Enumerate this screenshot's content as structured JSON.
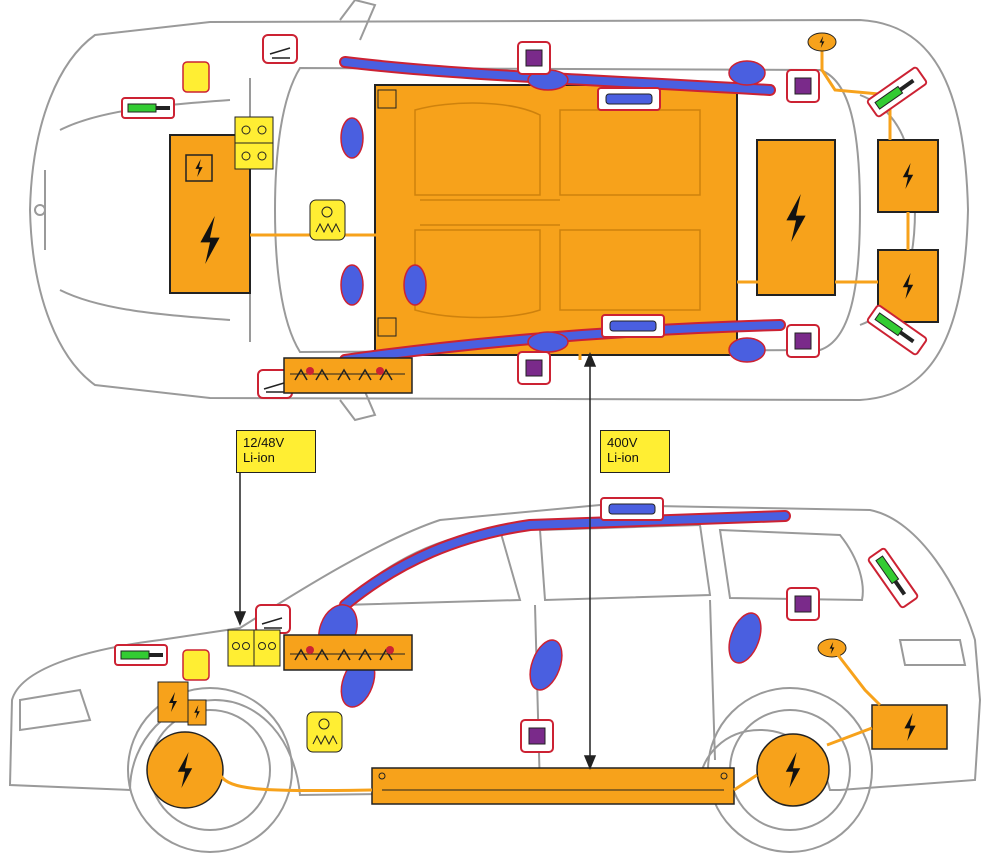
{
  "labels": {
    "lv_battery_line1": "12/48V",
    "lv_battery_line2": "Li-ion",
    "hv_battery_line1": "400V",
    "hv_battery_line2": "Li-ion"
  },
  "colors": {
    "high_voltage": "#f7a21b",
    "low_voltage": "#ffee33",
    "airbag": "#4a5fe0",
    "airbag_outline": "#cc2233",
    "gas_strut": "#33cc33",
    "seatbelt_tensioner": "#7a2a8a",
    "hv_cable": "#f7a21b",
    "vehicle_outline": "#9a9a9a"
  },
  "legend_icons": [
    "high-voltage-icon",
    "airbag-icon",
    "curtain-airbag-icon",
    "gas-strut-icon",
    "seatbelt-pretensioner-icon",
    "low-voltage-battery-icon",
    "pyro-fuse-icon",
    "hood-lift-icon",
    "roll-over-bar-icon"
  ]
}
